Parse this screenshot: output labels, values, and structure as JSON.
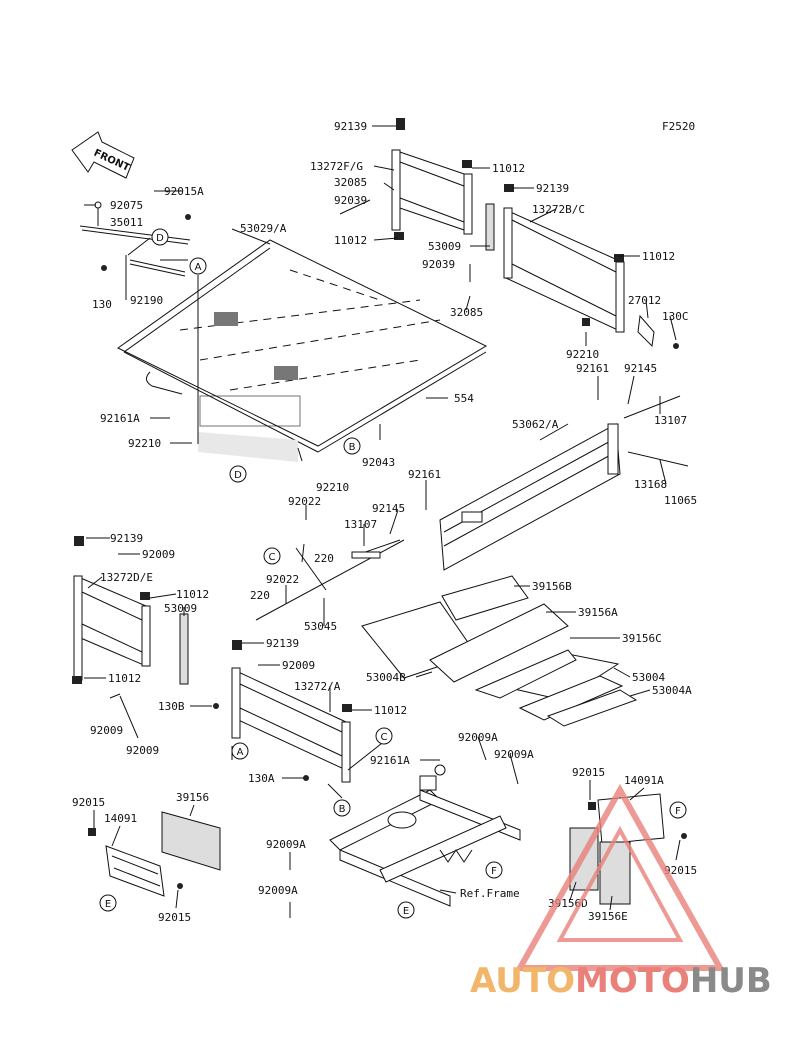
{
  "figure_code": "F2520",
  "front_label": "FRONT",
  "ref_frame": "Ref.Frame",
  "watermark": {
    "auto": "AUTO",
    "moto": "MOTO",
    "hub": "HUB",
    "color_auto": "#f2b66a",
    "color_moto": "#e9807a",
    "color_hub": "#8a8a8a"
  },
  "refs": {
    "A": "A",
    "B": "B",
    "C": "C",
    "D": "D",
    "E": "E",
    "F": "F"
  },
  "parts": {
    "p92139a": "92139",
    "p13272fg": "13272F/G",
    "p32085a": "32085",
    "p92039a": "92039",
    "p11012a": "11012",
    "p11012b": "11012",
    "p92139b": "92139",
    "p13272bc": "13272B/C",
    "p53009a": "53009",
    "p11012c": "11012",
    "p92039b": "92039",
    "p32085b": "32085",
    "p27012": "27012",
    "p130c": "130C",
    "p92210a": "92210",
    "p92161a": "92161",
    "p92145a": "92145",
    "p13107a": "13107",
    "p92015a": "92015A",
    "p92075": "92075",
    "p35011": "35011",
    "p130": "130",
    "p92190": "92190",
    "p53029a": "53029/A",
    "p554": "554",
    "p92161aa": "92161A",
    "p92210b": "92210",
    "p92210c": "92210",
    "p92043": "92043",
    "p53062a": "53062/A",
    "p92161b": "92161",
    "p13168": "13168",
    "p11065": "11065",
    "p92022a": "92022",
    "p92145b": "92145",
    "p13107b": "13107",
    "p220a": "220",
    "p92022b": "92022",
    "p220b": "220",
    "p53045": "53045",
    "p92139c": "92139",
    "p92009a": "92009",
    "p13272de": "13272D/E",
    "p11012d": "11012",
    "p53009b": "53009",
    "p11012e": "11012",
    "p92009b": "92009",
    "p92009c": "92009",
    "p130b": "130B",
    "p92139d": "92139",
    "p92009d": "92009",
    "p13272a": "13272/A",
    "p11012f": "11012",
    "p39156b": "39156B",
    "p39156a": "39156A",
    "p39156c": "39156C",
    "p53004b": "53004B",
    "p53004": "53004",
    "p53004a": "53004A",
    "p92009aa": "92009A",
    "p92009ab": "92009A",
    "p92161ab": "92161A",
    "p130a": "130A",
    "p92015b": "92015",
    "p14091": "14091",
    "p39156": "39156",
    "p92015c": "92015",
    "p92015d": "92015",
    "p14091a": "14091A",
    "p92015e": "92015",
    "p39156d": "39156D",
    "p39156e": "39156E",
    "p92009ac": "92009A",
    "p92009ad": "92009A"
  }
}
